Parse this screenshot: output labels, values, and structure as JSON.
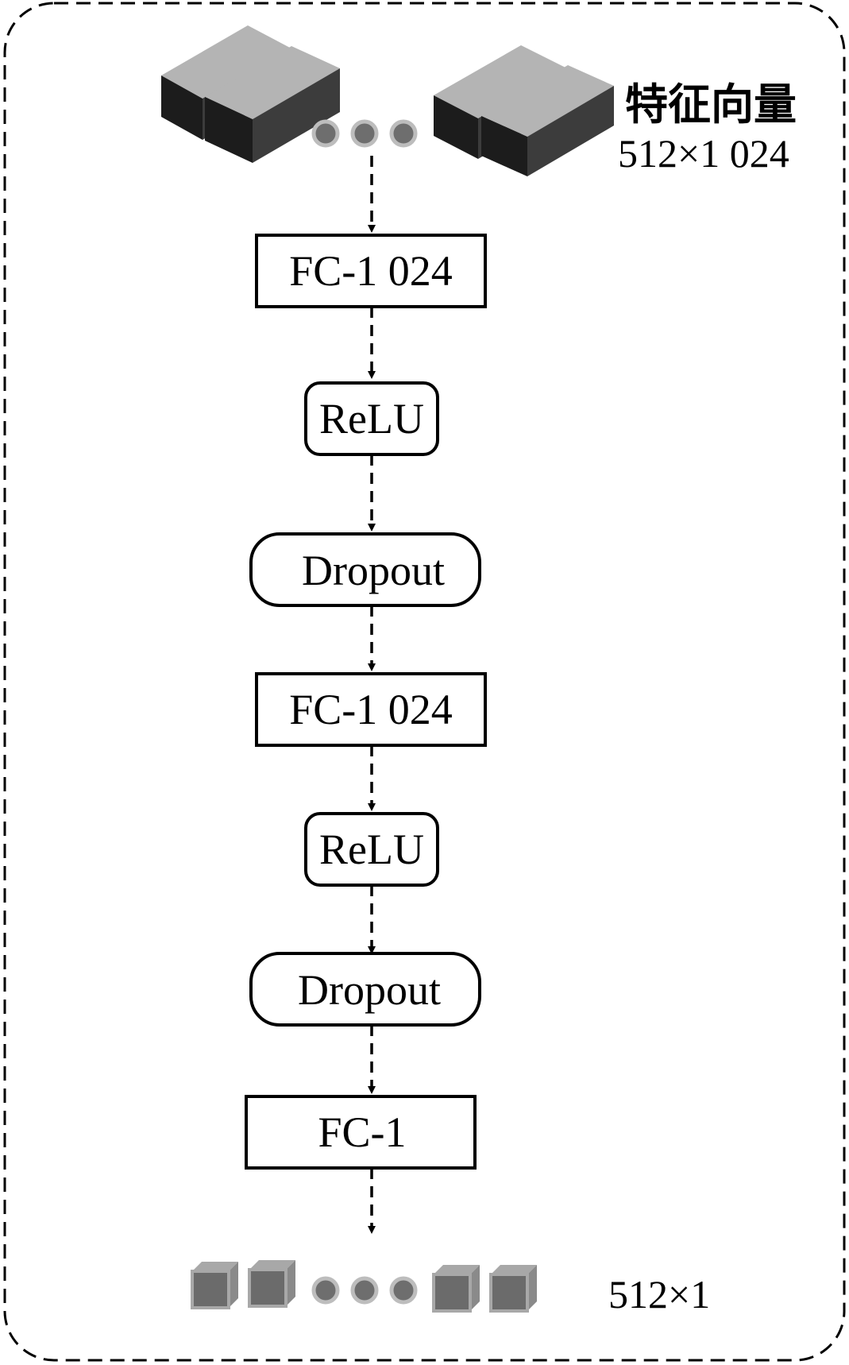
{
  "input": {
    "title": "特征向量",
    "shape": "512×1 024"
  },
  "layers": [
    {
      "label": "FC-1 024",
      "kind": "rect"
    },
    {
      "label": "ReLU",
      "kind": "rounded"
    },
    {
      "label": "Dropout",
      "kind": "pill"
    },
    {
      "label": "FC-1 024",
      "kind": "rect"
    },
    {
      "label": "ReLU",
      "kind": "rounded"
    },
    {
      "label": "Dropout",
      "kind": "pill"
    },
    {
      "label": "FC-1",
      "kind": "rect"
    }
  ],
  "output": {
    "shape": "512×1"
  },
  "colors": {
    "stroke": "#000000",
    "block_top": "#b4b4b4",
    "block_front": "#1c1c1c",
    "block_side": "#3c3c3c",
    "dot_fill": "#6e6e6e",
    "dot_ring": "#bdbdbd",
    "cube_front": "#6b6b6b",
    "cube_edge": "#a8a8a8"
  }
}
